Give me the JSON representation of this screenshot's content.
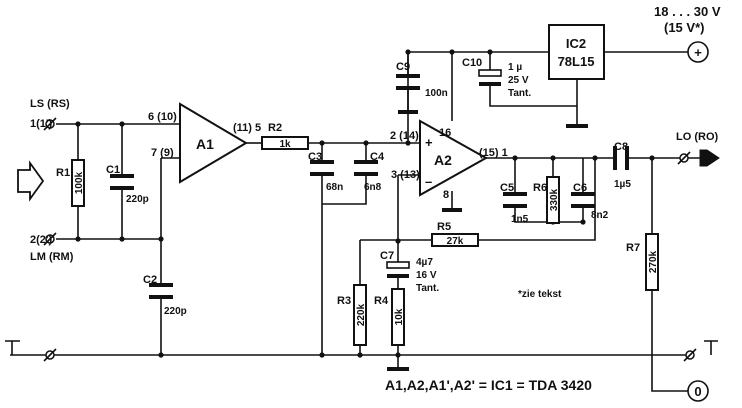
{
  "supply": {
    "voltage": "18 . . . 30 V",
    "voltage_alt": "(15 V*)",
    "plus": "+"
  },
  "regulator": {
    "name": "IC2",
    "type": "78L15"
  },
  "inputs": {
    "ls": "LS (RS)",
    "ls_pin": "1(1')",
    "lm": "LM (RM)",
    "lm_pin": "2(2')"
  },
  "output": {
    "lo": "LO (RO)",
    "zero": "0"
  },
  "amps": {
    "a1": {
      "name": "A1",
      "pin_in_plus": "6 (10)",
      "pin_in_minus": "7 (9)",
      "pin_out": "(11) 5"
    },
    "a2": {
      "name": "A2",
      "pin_plus": "2 (14)",
      "pin_minus": "3 (13)",
      "pin_out": "(15) 1",
      "pin_vcc": "16",
      "pin_gnd": "8",
      "plus_sign": "+",
      "minus_sign": "–"
    }
  },
  "components": {
    "r1": {
      "name": "R1",
      "value": "100k"
    },
    "c1": {
      "name": "C1",
      "value": "220p"
    },
    "c2": {
      "name": "C2",
      "value": "220p"
    },
    "r2": {
      "name": "R2",
      "value": "1k"
    },
    "c3": {
      "name": "C3",
      "value": "68n"
    },
    "c4": {
      "name": "C4",
      "value": "6n8"
    },
    "c9": {
      "name": "C9",
      "value": "100n"
    },
    "c10": {
      "name": "C10",
      "value": "1 µ",
      "voltage": "25 V",
      "kind": "Tant."
    },
    "r5": {
      "name": "R5",
      "value": "27k"
    },
    "c7": {
      "name": "C7",
      "value": "4µ7",
      "voltage": "16 V",
      "kind": "Tant."
    },
    "r3": {
      "name": "R3",
      "value": "220k"
    },
    "r4": {
      "name": "R4",
      "value": "10k"
    },
    "c5": {
      "name": "C5",
      "value": "1n5"
    },
    "r6": {
      "name": "R6",
      "value": "330k"
    },
    "c6": {
      "name": "C6",
      "value": "8n2"
    },
    "c8": {
      "name": "C8",
      "value": "1µ5"
    },
    "r7": {
      "name": "R7",
      "value": "270k"
    }
  },
  "notes": {
    "zie_tekst": "*zie tekst",
    "ic_note": "A1,A2,A1',A2' = IC1 = TDA 3420"
  }
}
